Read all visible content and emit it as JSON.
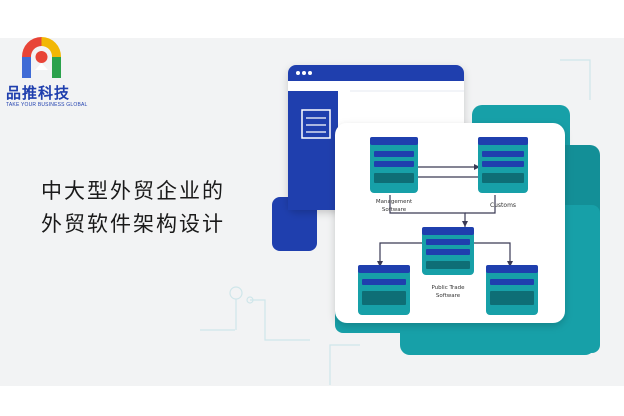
{
  "brand": {
    "name": "品推科技",
    "tagline": "TAKE YOUR BUSINESS GLOBAL",
    "colors": {
      "blue": "#1f3fae",
      "teal": "#17a0a8",
      "red": "#e84437",
      "yellow": "#f2b705",
      "green": "#2ba24c"
    }
  },
  "headline": {
    "line1": "中大型外贸企业的",
    "line2": "外贸软件架构设计"
  },
  "illustration": {
    "top_left_box": {
      "lines": [
        "Management",
        "Software"
      ]
    },
    "top_right_box": {
      "label": "Customs"
    },
    "center_box": {
      "lines": [
        "Public Trade",
        "Software"
      ]
    }
  }
}
